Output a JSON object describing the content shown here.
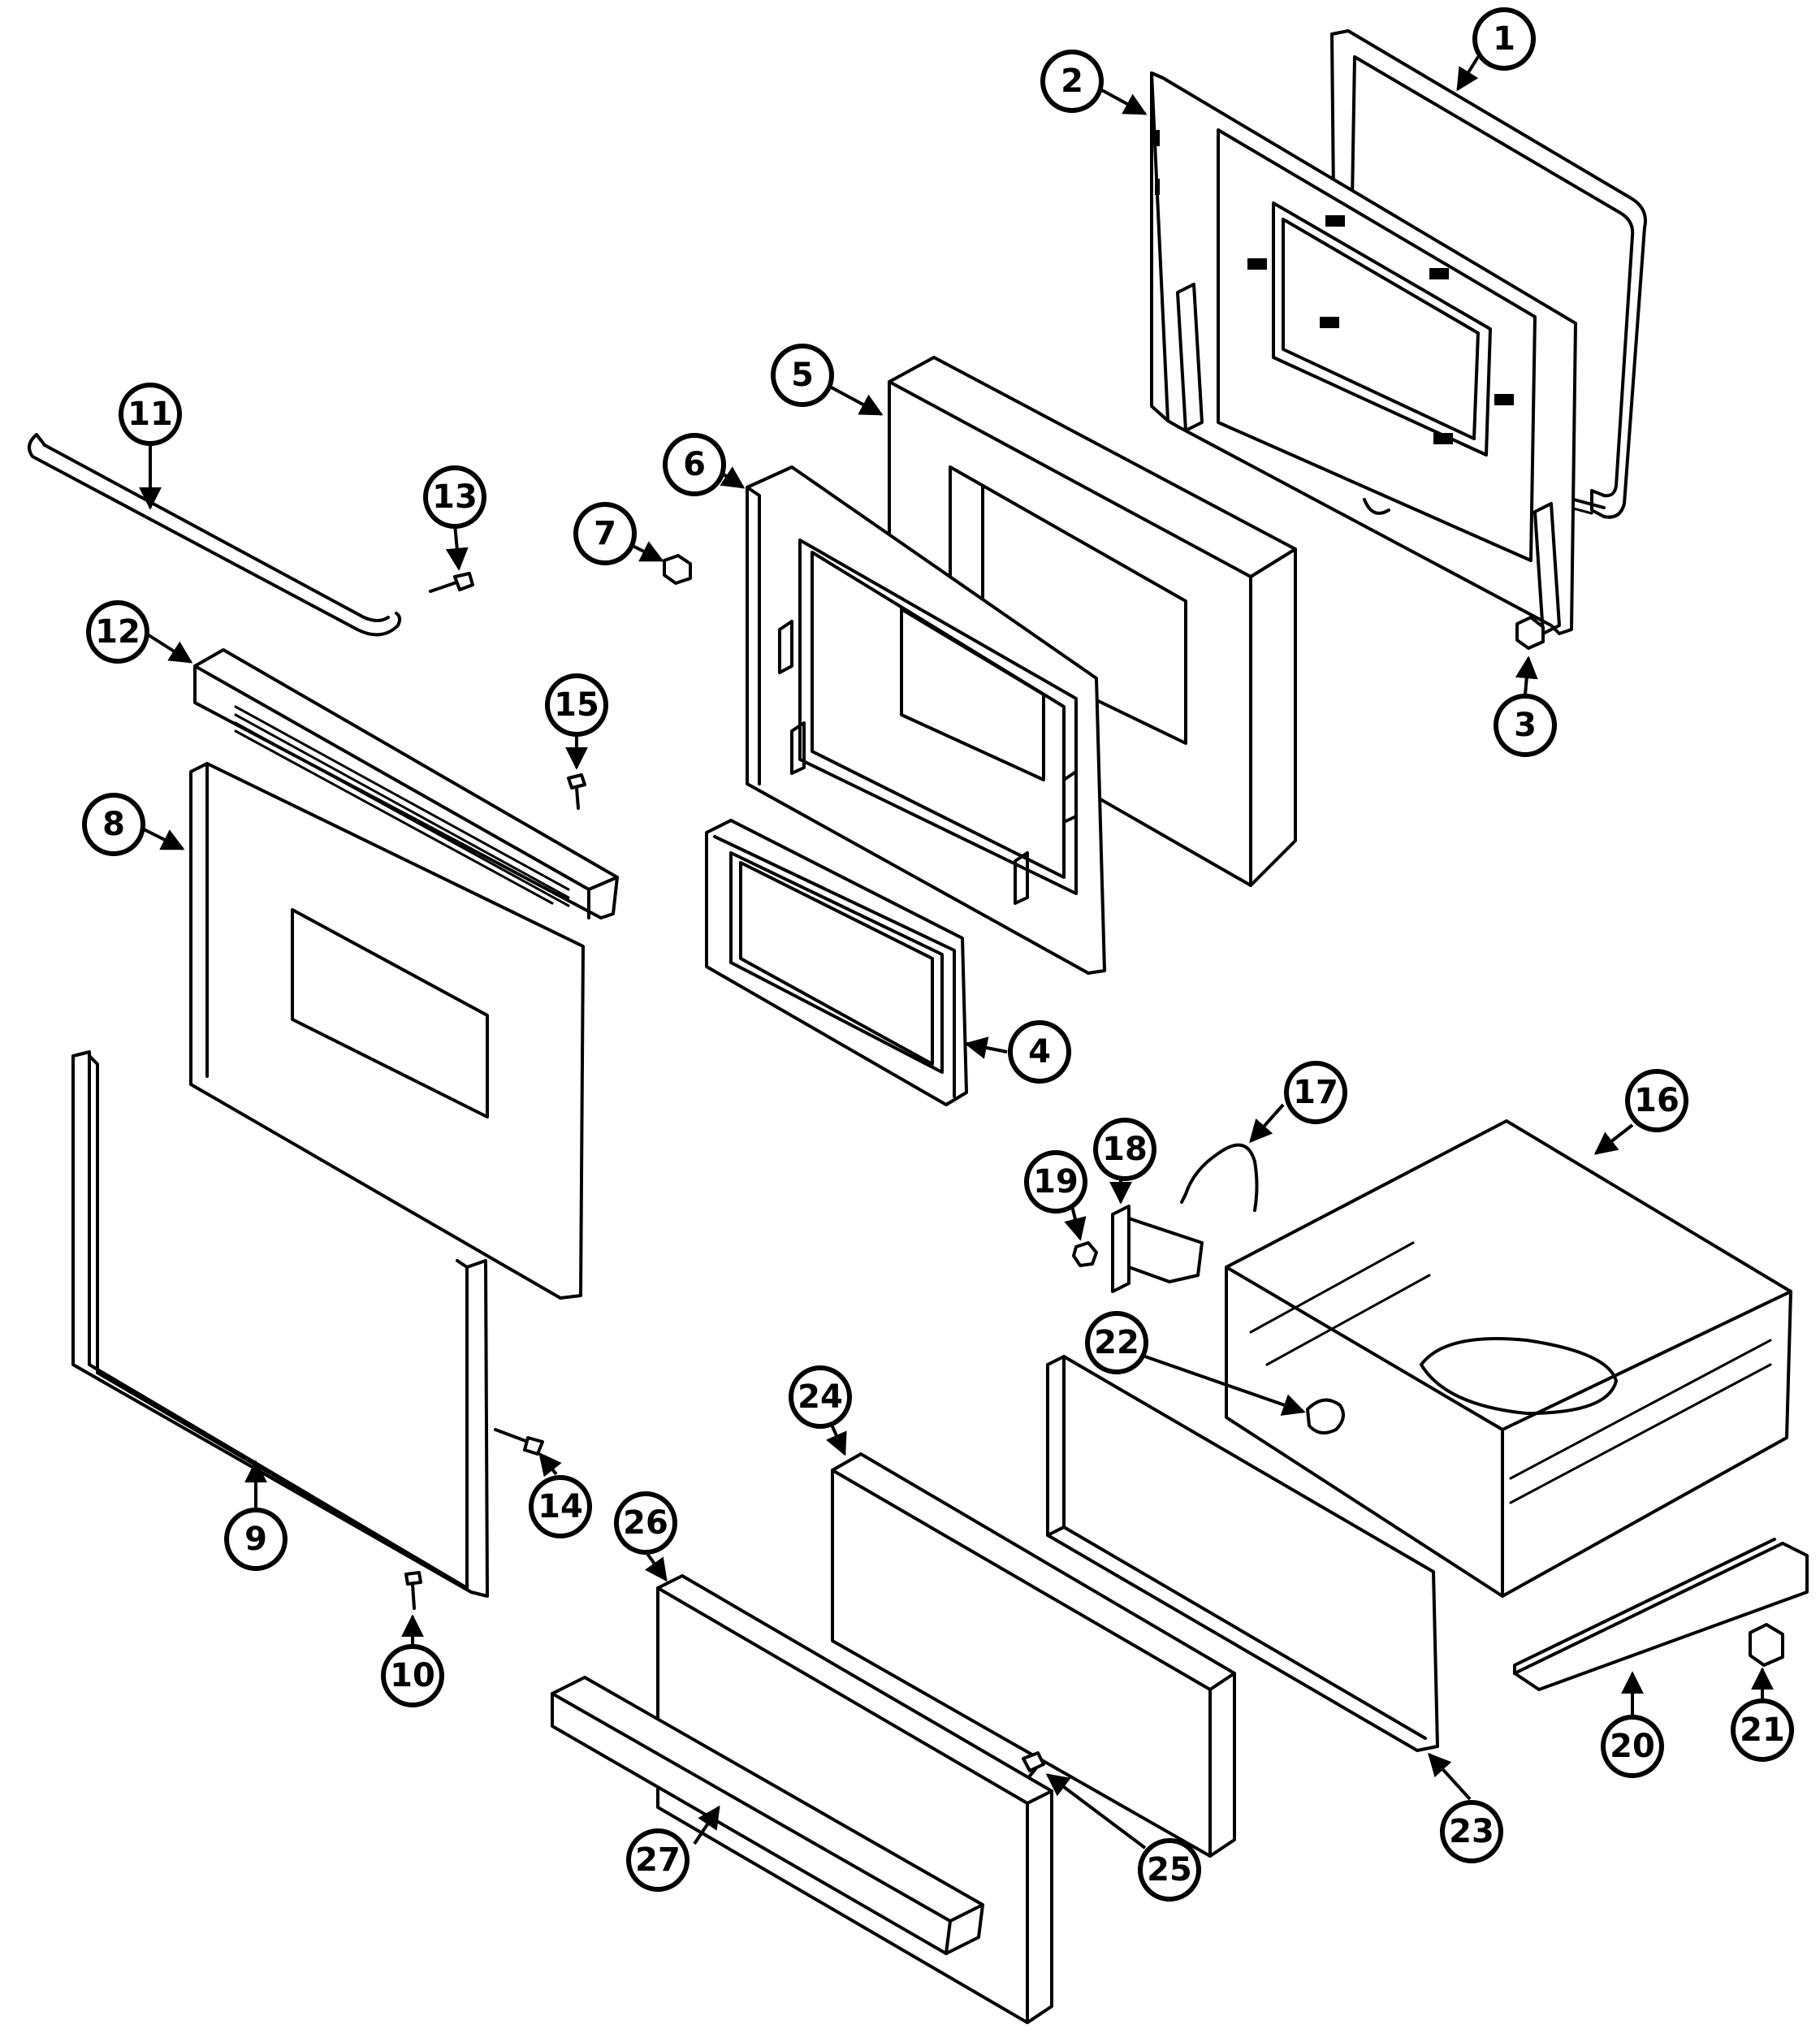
{
  "diagram": {
    "callouts": [
      {
        "label": "1"
      },
      {
        "label": "2"
      },
      {
        "label": "3"
      },
      {
        "label": "4"
      },
      {
        "label": "5"
      },
      {
        "label": "6"
      },
      {
        "label": "7"
      },
      {
        "label": "8"
      },
      {
        "label": "9"
      },
      {
        "label": "10"
      },
      {
        "label": "11"
      },
      {
        "label": "12"
      },
      {
        "label": "13"
      },
      {
        "label": "14"
      },
      {
        "label": "15"
      },
      {
        "label": "16"
      },
      {
        "label": "17"
      },
      {
        "label": "18"
      },
      {
        "label": "19"
      },
      {
        "label": "20"
      },
      {
        "label": "21"
      },
      {
        "label": "22"
      },
      {
        "label": "23"
      },
      {
        "label": "24"
      },
      {
        "label": "25"
      },
      {
        "label": "26"
      },
      {
        "label": "27"
      }
    ]
  },
  "colors": {
    "ink": "#000000",
    "paper": "#ffffff"
  }
}
